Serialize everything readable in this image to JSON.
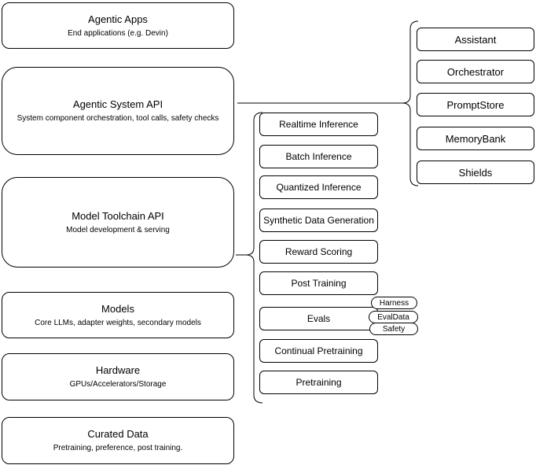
{
  "diagram": {
    "left_stack": [
      {
        "title": "Agentic Apps",
        "subtitle": "End applications (e.g. Devin)"
      },
      {
        "title": "Agentic System API",
        "subtitle": "System component orchestration, tool calls, safety checks"
      },
      {
        "title": "Model Toolchain API",
        "subtitle": "Model development & serving"
      },
      {
        "title": "Models",
        "subtitle": "Core LLMs, adapter weights, secondary models"
      },
      {
        "title": "Hardware",
        "subtitle": "GPUs/Accelerators/Storage"
      },
      {
        "title": "Curated Data",
        "subtitle": "Pretraining, preference, post training."
      }
    ],
    "toolchain_items": [
      "Realtime Inference",
      "Batch Inference",
      "Quantized Inference",
      "Synthetic Data Generation",
      "Reward Scoring",
      "Post Training",
      "Evals",
      "Continual Pretraining",
      "Pretraining"
    ],
    "eval_tags": [
      "Harness",
      "EvalData",
      "Safety"
    ],
    "system_components": [
      "Assistant",
      "Orchestrator",
      "PromptStore",
      "MemoryBank",
      "Shields"
    ],
    "colors": {
      "border": "#000000",
      "fill": "#ffffff",
      "text": "#000000"
    }
  }
}
